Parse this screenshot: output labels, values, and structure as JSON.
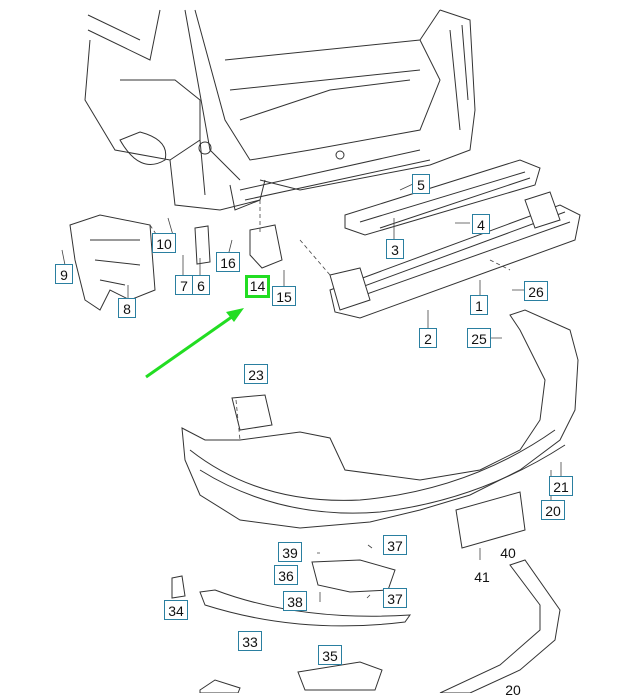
{
  "callouts": [
    {
      "id": "c1",
      "text": "1"
    },
    {
      "id": "c2",
      "text": "2"
    },
    {
      "id": "c3",
      "text": "3"
    },
    {
      "id": "c4",
      "text": "4"
    },
    {
      "id": "c5",
      "text": "5"
    },
    {
      "id": "c6",
      "text": "6"
    },
    {
      "id": "c7",
      "text": "7"
    },
    {
      "id": "c8",
      "text": "8"
    },
    {
      "id": "c9",
      "text": "9"
    },
    {
      "id": "c10",
      "text": "10"
    },
    {
      "id": "c14",
      "text": "14"
    },
    {
      "id": "c15",
      "text": "15"
    },
    {
      "id": "c16",
      "text": "16"
    },
    {
      "id": "c20a",
      "text": "20"
    },
    {
      "id": "c20b",
      "text": "20"
    },
    {
      "id": "c21",
      "text": "21"
    },
    {
      "id": "c23",
      "text": "23"
    },
    {
      "id": "c25",
      "text": "25"
    },
    {
      "id": "c26",
      "text": "26"
    },
    {
      "id": "c33",
      "text": "33"
    },
    {
      "id": "c34",
      "text": "34"
    },
    {
      "id": "c35",
      "text": "35"
    },
    {
      "id": "c36",
      "text": "36"
    },
    {
      "id": "c37a",
      "text": "37"
    },
    {
      "id": "c37b",
      "text": "37"
    },
    {
      "id": "c38",
      "text": "38"
    },
    {
      "id": "c39",
      "text": "39"
    },
    {
      "id": "c40",
      "text": "40"
    },
    {
      "id": "c41",
      "text": "41"
    }
  ],
  "highlight": {
    "callout": "14",
    "color": "#22dd22"
  },
  "colors": {
    "label_border": "#2a7fa0",
    "line": "#333333",
    "arrow": "#22dd22"
  }
}
